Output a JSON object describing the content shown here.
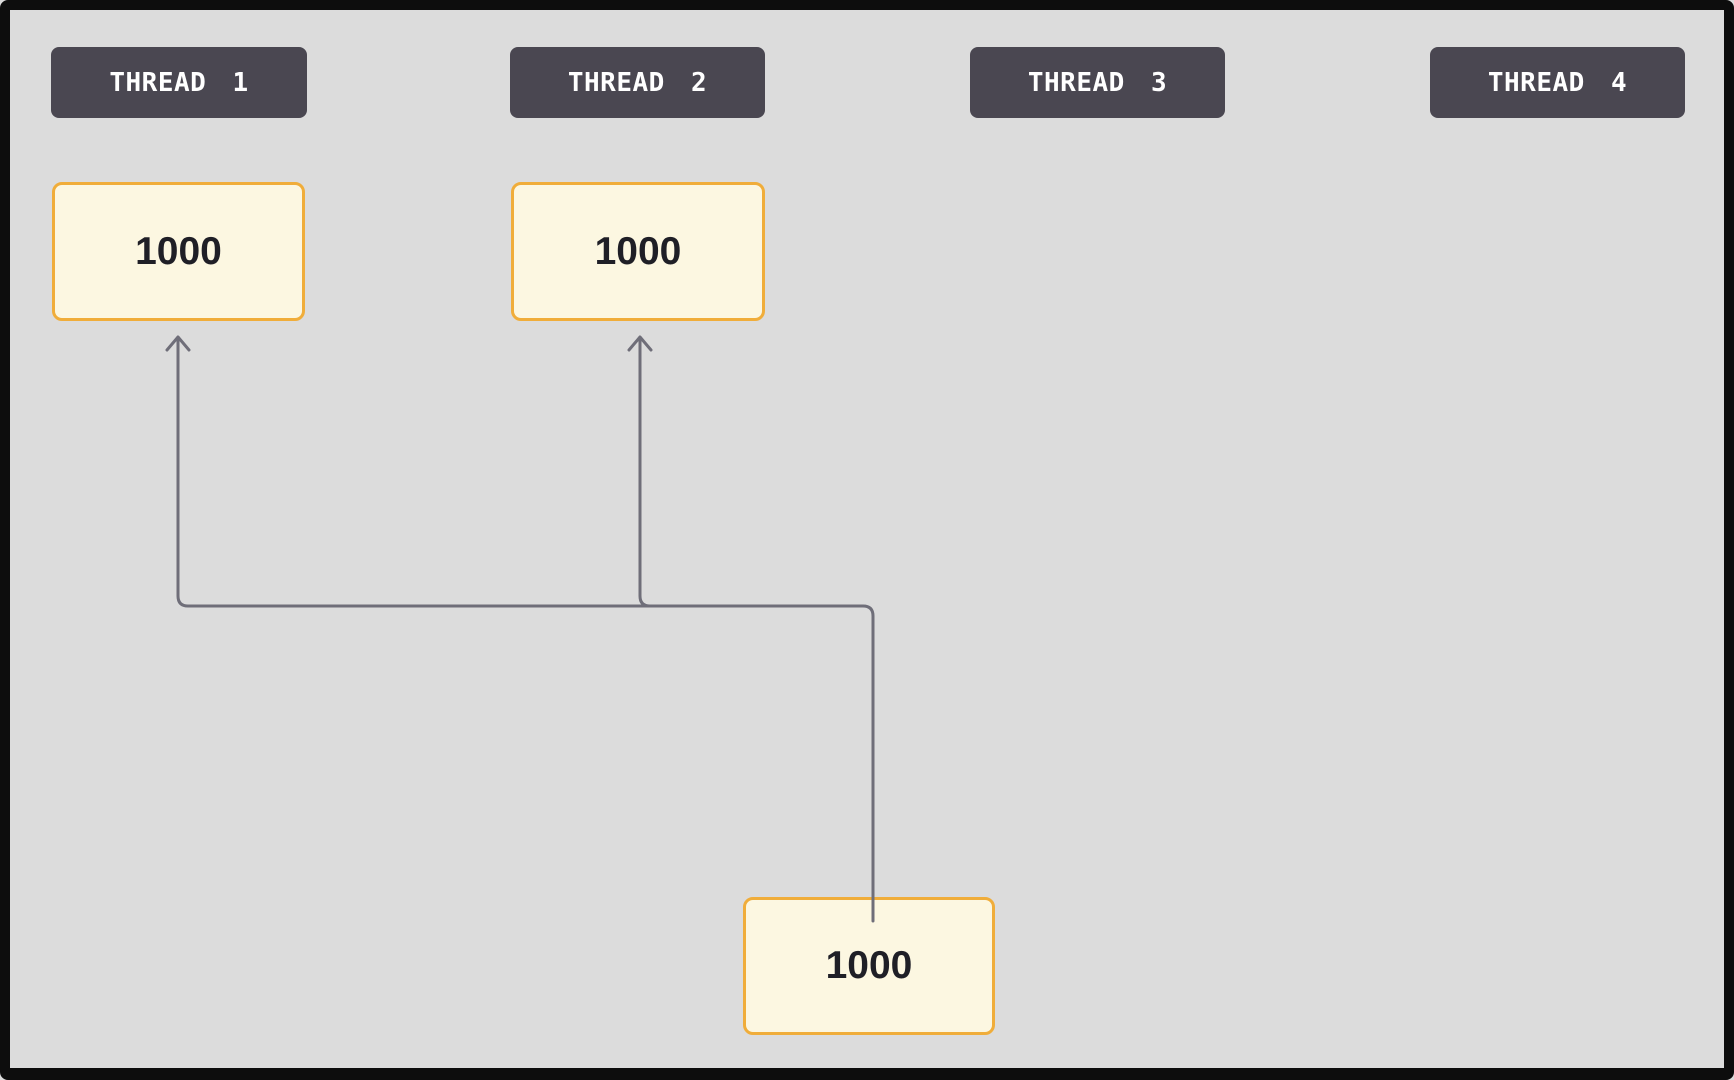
{
  "threads": [
    {
      "label": "THREAD 1"
    },
    {
      "label": "THREAD 2"
    },
    {
      "label": "THREAD 3"
    },
    {
      "label": "THREAD 4"
    }
  ],
  "values": {
    "thread1": "1000",
    "thread2": "1000",
    "source": "1000"
  },
  "arrows": [
    {
      "from": "source-box",
      "to": "thread1-box"
    },
    {
      "from": "source-box",
      "to": "thread2-box"
    }
  ],
  "colors": {
    "canvas_bg": "#dcdcdc",
    "frame_border": "#0d0d0d",
    "header_bg": "#4a4751",
    "header_text": "#ffffff",
    "cell_bg": "#fcf7e1",
    "cell_border": "#f0ad3a",
    "cell_text": "#1f1f26",
    "line_color": "#6f6e79"
  }
}
